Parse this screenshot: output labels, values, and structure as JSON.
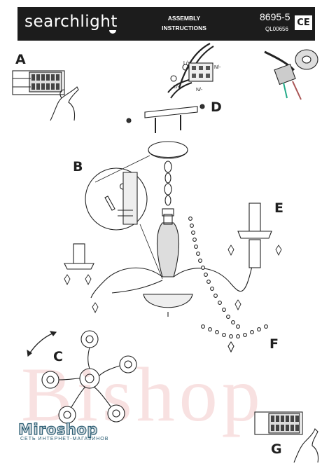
{
  "header": {
    "brand": "searchlight",
    "assembly_line1": "ASSEMBLY",
    "assembly_line2": "INSTRUCTIONS",
    "product_code": "8695-5",
    "ql_code": "QL00656",
    "ce_mark": "CE"
  },
  "steps": {
    "a": "A",
    "b": "B",
    "c": "C",
    "d": "D",
    "e": "E",
    "f": "F",
    "g": "G"
  },
  "terminal_labels": {
    "live": "L/+",
    "neutral": "N/-",
    "live_2": "L/+",
    "neutral_2": "N/-"
  },
  "watermark": {
    "text": "Bishop",
    "site_name": "Miroshop",
    "site_tagline": "СЕТЬ ИНТЕРНЕТ-МАГАЗИНОВ"
  }
}
